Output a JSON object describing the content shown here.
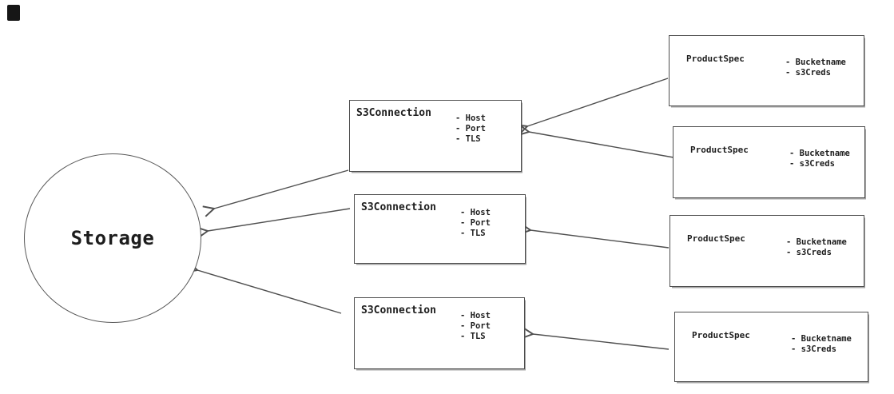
{
  "diagram": {
    "colors": {
      "background": "#ffffff",
      "stroke": "#4f4f4f",
      "text": "#1d1d1d"
    },
    "storage": {
      "label": "Storage"
    },
    "s3_connections": [
      {
        "id": "s3-connection-1",
        "title": "S3Connection",
        "attributes": [
          "- Host",
          "- Port",
          "- TLS"
        ]
      },
      {
        "id": "s3-connection-2",
        "title": "S3Connection",
        "attributes": [
          "- Host",
          "- Port",
          "- TLS"
        ]
      },
      {
        "id": "s3-connection-3",
        "title": "S3Connection",
        "attributes": [
          "- Host",
          "- Port",
          "- TLS"
        ]
      }
    ],
    "product_specs": [
      {
        "id": "product-spec-1",
        "title": "ProductSpec",
        "attributes": [
          "- Bucketname",
          "- s3Creds"
        ]
      },
      {
        "id": "product-spec-2",
        "title": "ProductSpec",
        "attributes": [
          "- Bucketname",
          "- s3Creds"
        ]
      },
      {
        "id": "product-spec-3",
        "title": "ProductSpec",
        "attributes": [
          "- Bucketname",
          "- s3Creds"
        ]
      },
      {
        "id": "product-spec-4",
        "title": "ProductSpec",
        "attributes": [
          "- Bucketname",
          "- s3Creds"
        ]
      }
    ],
    "edges": [
      {
        "from": "product-spec-1",
        "to": "s3-connection-1"
      },
      {
        "from": "product-spec-2",
        "to": "s3-connection-1"
      },
      {
        "from": "product-spec-3",
        "to": "s3-connection-2"
      },
      {
        "from": "product-spec-4",
        "to": "s3-connection-3"
      },
      {
        "from": "s3-connection-1",
        "to": "storage"
      },
      {
        "from": "s3-connection-2",
        "to": "storage"
      },
      {
        "from": "s3-connection-3",
        "to": "storage"
      }
    ]
  }
}
